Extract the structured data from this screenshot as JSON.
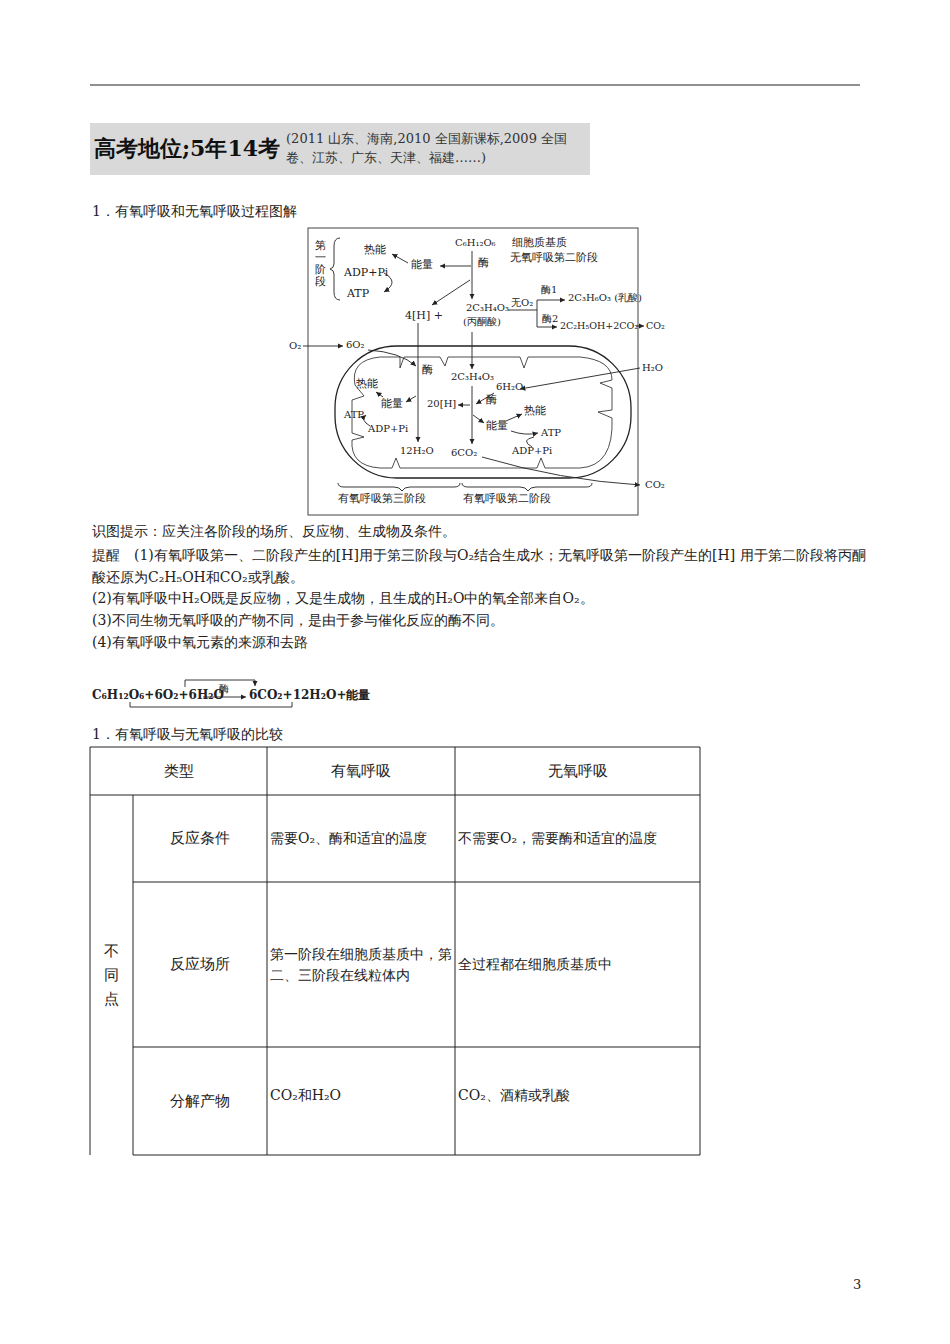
{
  "diagram": {
    "nodes": [
      {
        "text": [
          "高考地位;5年14考",
          "(2011 山东、海南,2010 全国新课标,2009 全国卷、江苏、广东、天津、福建……)"
        ]
      }
    ],
    "labels": [
      "1．有氧呼吸和无氧呼吸过程图解",
      "第一阶段",
      "热能",
      "能量",
      "ADP+Pi",
      "ATP",
      "C₆H₁₂O₆",
      "酶",
      "细胞质基质",
      "无氧呼吸第二阶段",
      "4[H] +",
      "2C₃H₄O₃",
      "(丙酮酸)",
      "无O₂",
      "酶1",
      "2C₃H₆O₃ (乳酸)",
      "酶2",
      "2C₂H₅OH+2CO₂",
      "CO₂",
      "O₂",
      "6O₂",
      "H₂O",
      "酶",
      "2C₃H₄O₃",
      "热能",
      "6H₂O",
      "酶",
      "20[H]",
      "能量",
      "热能",
      "ATP",
      "能量",
      "ADP+Pi",
      "ATP",
      "12H₂O",
      "6CO₂",
      "ADP+Pi",
      "CO₂",
      "有氧呼吸第三阶段",
      "有氧呼吸第二阶段",
      "识图提示：应关注各阶段的场所、反应物、生成物及条件。",
      "提醒　(1)有氧呼吸第一、二阶段产生的[H]用于第三阶段与O₂结合生成水；无氧呼吸第一阶段产生的[H] 用于第二阶段将丙酮酸还原为C₂H₅OH和CO₂或乳酸。",
      "(2)有氧呼吸中H₂O既是反应物，又是生成物，且生成的H₂O中的氧全部来自O₂。",
      "(3)不同生物无氧呼吸的产物不同，是由于参与催化反应的酶不同。",
      "(4)有氧呼吸中氧元素的来源和去路",
      "C₆H₁₂O₆+6O₂+6H₂O",
      "酶",
      "6CO₂+12H₂O+能量",
      "1．有氧呼吸与无氧呼吸的比较",
      "类型",
      "有氧呼吸",
      "无氧呼吸",
      "不同点",
      "反应条件",
      "需要O₂、酶和适宜的温度",
      "不需要O₂，需要酶和适宜的温度",
      "反应场所",
      "第一阶段在细胞质基质中，第 二、三阶段在线粒体内",
      "全过程都在细胞质基质中",
      "分解产物",
      "CO₂和H₂O",
      "CO₂、酒精或乳酸",
      "3"
    ]
  }
}
